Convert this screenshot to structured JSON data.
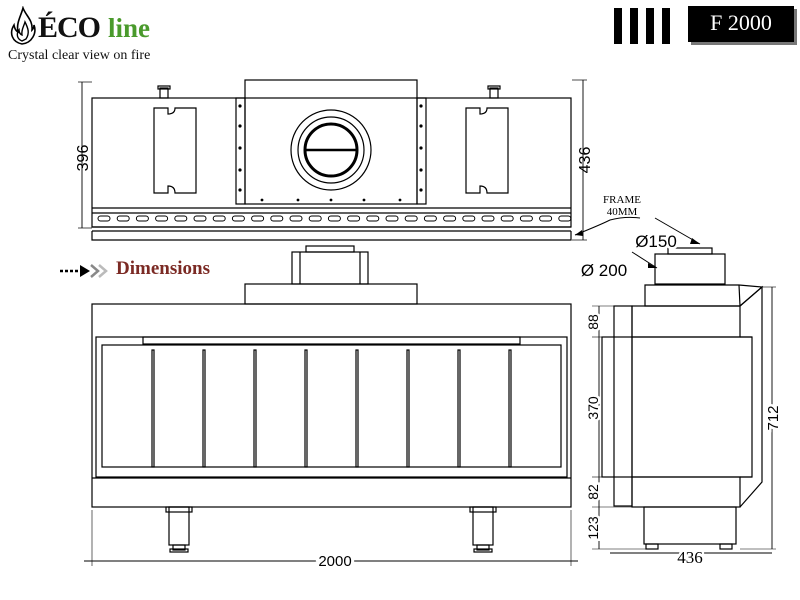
{
  "brand": {
    "eco": "ÉCO",
    "line": "line",
    "tagline": "Crystal clear view on fire"
  },
  "model": "F 2000",
  "section_title": "Dimensions",
  "frame_note": {
    "line1": "FRAME",
    "line2": "40MM"
  },
  "dimensions": {
    "top_height_left": "396",
    "top_height_right": "436",
    "flue_outer": "Ø150",
    "flue_inner": "Ø 200",
    "front_width": "2000",
    "side_top": "88",
    "side_glass": "370",
    "side_lower": "82",
    "side_legs": "123",
    "side_total": "712",
    "side_depth": "436"
  },
  "colors": {
    "ink": "#000000",
    "brand_green": "#4a9a2c",
    "title_red": "#7b2a24"
  }
}
